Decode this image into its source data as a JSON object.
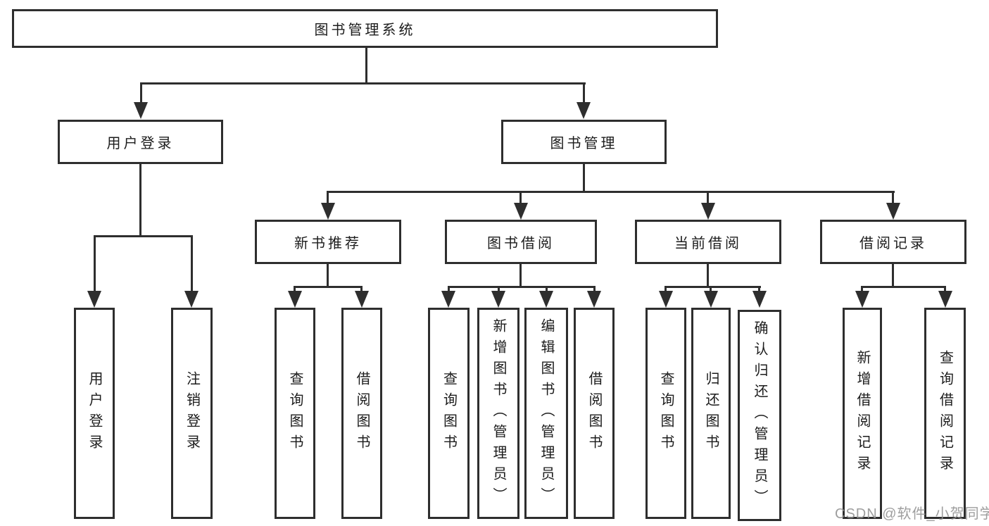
{
  "tree": {
    "root": "图书管理系统",
    "branches": [
      {
        "label": "用户登录",
        "children": [
          "用户登录",
          "注销登录"
        ]
      },
      {
        "label": "图书管理",
        "groups": [
          {
            "label": "新书推荐",
            "children": [
              "查询图书",
              "借阅图书"
            ]
          },
          {
            "label": "图书借阅",
            "children": [
              "查询图书",
              "新增图书（管理员）",
              "编辑图书（管理员）",
              "借阅图书"
            ]
          },
          {
            "label": "当前借阅",
            "children": [
              "查询图书",
              "归还图书",
              "确认归还（管理员）"
            ]
          },
          {
            "label": "借阅记录",
            "children": [
              "新增借阅记录",
              "查询借阅记录"
            ]
          }
        ]
      }
    ]
  },
  "watermark": "CSDN @软件_小贺同学",
  "colors": {
    "line": "#2e2e2e",
    "text": "#1c1c1c",
    "watermark_text": "#919191",
    "background": "#ffffff"
  }
}
